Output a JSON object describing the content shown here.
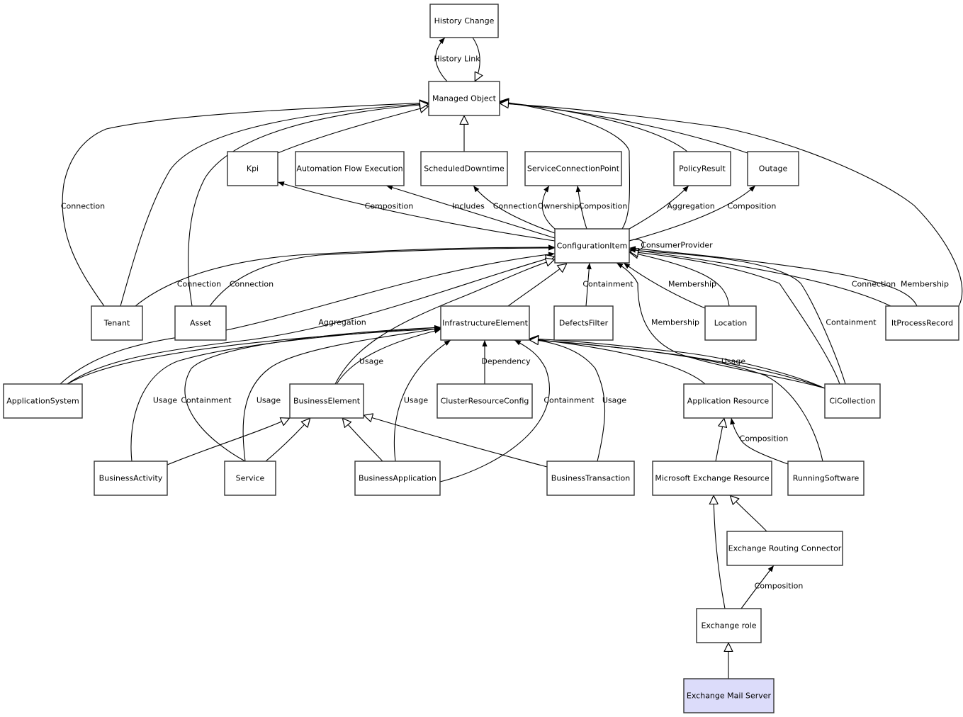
{
  "diagram": {
    "title": "Exchange Mail Server class hierarchy",
    "selected_node": "exchange_mail_server",
    "colors": {
      "selected_fill": "#dcdcfa",
      "node_fill": "#ffffff",
      "border": "#333333",
      "edge": "#000000"
    },
    "nodes": [
      {
        "id": "history_change",
        "label": "History Change"
      },
      {
        "id": "managed_object",
        "label": "Managed Object"
      },
      {
        "id": "kpi",
        "label": "Kpi"
      },
      {
        "id": "automation_flow_execution",
        "label": "Automation Flow Execution"
      },
      {
        "id": "scheduled_downtime",
        "label": "ScheduledDowntime"
      },
      {
        "id": "service_connection_point",
        "label": "ServiceConnectionPoint"
      },
      {
        "id": "policy_result",
        "label": "PolicyResult"
      },
      {
        "id": "outage",
        "label": "Outage"
      },
      {
        "id": "configuration_item",
        "label": "ConfigurationItem"
      },
      {
        "id": "tenant",
        "label": "Tenant"
      },
      {
        "id": "asset",
        "label": "Asset"
      },
      {
        "id": "infrastructure_element",
        "label": "InfrastructureElement"
      },
      {
        "id": "defects_filter",
        "label": "DefectsFilter"
      },
      {
        "id": "location",
        "label": "Location"
      },
      {
        "id": "it_process_record",
        "label": "ItProcessRecord"
      },
      {
        "id": "application_system",
        "label": "ApplicationSystem"
      },
      {
        "id": "business_element",
        "label": "BusinessElement"
      },
      {
        "id": "cluster_resource_config",
        "label": "ClusterResourceConfig"
      },
      {
        "id": "application_resource",
        "label": "Application Resource"
      },
      {
        "id": "ci_collection",
        "label": "CiCollection"
      },
      {
        "id": "business_activity",
        "label": "BusinessActivity"
      },
      {
        "id": "service",
        "label": "Service"
      },
      {
        "id": "business_application",
        "label": "BusinessApplication"
      },
      {
        "id": "business_transaction",
        "label": "BusinessTransaction"
      },
      {
        "id": "microsoft_exchange_resource",
        "label": "Microsoft Exchange Resource"
      },
      {
        "id": "running_software",
        "label": "RunningSoftware"
      },
      {
        "id": "exchange_routing_connector",
        "label": "Exchange Routing Connector"
      },
      {
        "id": "exchange_role",
        "label": "Exchange role"
      },
      {
        "id": "exchange_mail_server",
        "label": "Exchange Mail Server"
      }
    ],
    "edges": [
      {
        "from": "managed_object",
        "to": "history_change",
        "type": "association",
        "label": "History Link"
      },
      {
        "from": "history_change",
        "to": "managed_object",
        "type": "inheritance",
        "label": ""
      },
      {
        "from": "scheduled_downtime",
        "to": "managed_object",
        "type": "inheritance",
        "label": ""
      },
      {
        "from": "kpi",
        "to": "managed_object",
        "type": "inheritance",
        "label": ""
      },
      {
        "from": "tenant",
        "to": "managed_object",
        "type": "association",
        "label": "Connection"
      },
      {
        "from": "tenant",
        "to": "managed_object",
        "type": "inheritance",
        "label": ""
      },
      {
        "from": "asset",
        "to": "managed_object",
        "type": "inheritance",
        "label": ""
      },
      {
        "from": "configuration_item",
        "to": "managed_object",
        "type": "inheritance",
        "label": ""
      },
      {
        "from": "policy_result",
        "to": "managed_object",
        "type": "inheritance",
        "label": ""
      },
      {
        "from": "outage",
        "to": "managed_object",
        "type": "inheritance",
        "label": ""
      },
      {
        "from": "it_process_record",
        "to": "managed_object",
        "type": "inheritance",
        "label": ""
      },
      {
        "from": "configuration_item",
        "to": "kpi",
        "type": "association",
        "label": "Composition"
      },
      {
        "from": "configuration_item",
        "to": "automation_flow_execution",
        "type": "association",
        "label": "Includes"
      },
      {
        "from": "configuration_item",
        "to": "scheduled_downtime",
        "type": "association",
        "label": "Connection"
      },
      {
        "from": "configuration_item",
        "to": "service_connection_point",
        "type": "association",
        "label": "Ownership"
      },
      {
        "from": "configuration_item",
        "to": "service_connection_point",
        "type": "association",
        "label": "Composition"
      },
      {
        "from": "configuration_item",
        "to": "policy_result",
        "type": "association",
        "label": "Aggregation"
      },
      {
        "from": "configuration_item",
        "to": "outage",
        "type": "association",
        "label": "Composition"
      },
      {
        "from": "configuration_item",
        "to": "configuration_item",
        "type": "association",
        "label": "ConsumerProvider"
      },
      {
        "from": "tenant",
        "to": "configuration_item",
        "type": "association",
        "label": "Connection"
      },
      {
        "from": "asset",
        "to": "configuration_item",
        "type": "association",
        "label": "Connection"
      },
      {
        "from": "application_system",
        "to": "configuration_item",
        "type": "association",
        "label": "Aggregation"
      },
      {
        "from": "application_system",
        "to": "configuration_item",
        "type": "inheritance",
        "label": ""
      },
      {
        "from": "business_element",
        "to": "configuration_item",
        "type": "inheritance",
        "label": ""
      },
      {
        "from": "infrastructure_element",
        "to": "configuration_item",
        "type": "inheritance",
        "label": ""
      },
      {
        "from": "defects_filter",
        "to": "configuration_item",
        "type": "association",
        "label": "Containment"
      },
      {
        "from": "location",
        "to": "configuration_item",
        "type": "association",
        "label": "Membership"
      },
      {
        "from": "location",
        "to": "configuration_item",
        "type": "inheritance",
        "label": ""
      },
      {
        "from": "ci_collection",
        "to": "configuration_item",
        "type": "association",
        "label": "Membership"
      },
      {
        "from": "ci_collection",
        "to": "configuration_item",
        "type": "association",
        "label": "Containment"
      },
      {
        "from": "ci_collection",
        "to": "configuration_item",
        "type": "inheritance",
        "label": ""
      },
      {
        "from": "it_process_record",
        "to": "configuration_item",
        "type": "association",
        "label": "Connection"
      },
      {
        "from": "it_process_record",
        "to": "configuration_item",
        "type": "association",
        "label": "Membership"
      },
      {
        "from": "business_element",
        "to": "infrastructure_element",
        "type": "association",
        "label": "Usage"
      },
      {
        "from": "business_activity",
        "to": "infrastructure_element",
        "type": "association",
        "label": "Usage"
      },
      {
        "from": "service",
        "to": "infrastructure_element",
        "type": "association",
        "label": "Containment"
      },
      {
        "from": "service",
        "to": "infrastructure_element",
        "type": "association",
        "label": "Usage"
      },
      {
        "from": "application_system",
        "to": "infrastructure_element",
        "type": "association",
        "label": ""
      },
      {
        "from": "business_application",
        "to": "infrastructure_element",
        "type": "association",
        "label": "Usage"
      },
      {
        "from": "cluster_resource_config",
        "to": "infrastructure_element",
        "type": "association",
        "label": "Dependency"
      },
      {
        "from": "business_application",
        "to": "infrastructure_element",
        "type": "association",
        "label": "Containment"
      },
      {
        "from": "business_transaction",
        "to": "infrastructure_element",
        "type": "association",
        "label": "Usage"
      },
      {
        "from": "ci_collection",
        "to": "infrastructure_element",
        "type": "association",
        "label": "Usage"
      },
      {
        "from": "application_resource",
        "to": "infrastructure_element",
        "type": "inheritance",
        "label": ""
      },
      {
        "from": "running_software",
        "to": "infrastructure_element",
        "type": "inheritance",
        "label": ""
      },
      {
        "from": "ci_collection",
        "to": "infrastructure_element",
        "type": "inheritance",
        "label": ""
      },
      {
        "from": "business_activity",
        "to": "business_element",
        "type": "inheritance",
        "label": ""
      },
      {
        "from": "service",
        "to": "business_element",
        "type": "inheritance",
        "label": ""
      },
      {
        "from": "business_application",
        "to": "business_element",
        "type": "inheritance",
        "label": ""
      },
      {
        "from": "business_transaction",
        "to": "business_element",
        "type": "inheritance",
        "label": ""
      },
      {
        "from": "microsoft_exchange_resource",
        "to": "application_resource",
        "type": "inheritance",
        "label": ""
      },
      {
        "from": "running_software",
        "to": "application_resource",
        "type": "association",
        "label": "Composition"
      },
      {
        "from": "exchange_routing_connector",
        "to": "microsoft_exchange_resource",
        "type": "inheritance",
        "label": ""
      },
      {
        "from": "exchange_role",
        "to": "microsoft_exchange_resource",
        "type": "inheritance",
        "label": ""
      },
      {
        "from": "exchange_role",
        "to": "exchange_routing_connector",
        "type": "association",
        "label": "Composition"
      },
      {
        "from": "exchange_mail_server",
        "to": "exchange_role",
        "type": "inheritance",
        "label": ""
      }
    ]
  }
}
